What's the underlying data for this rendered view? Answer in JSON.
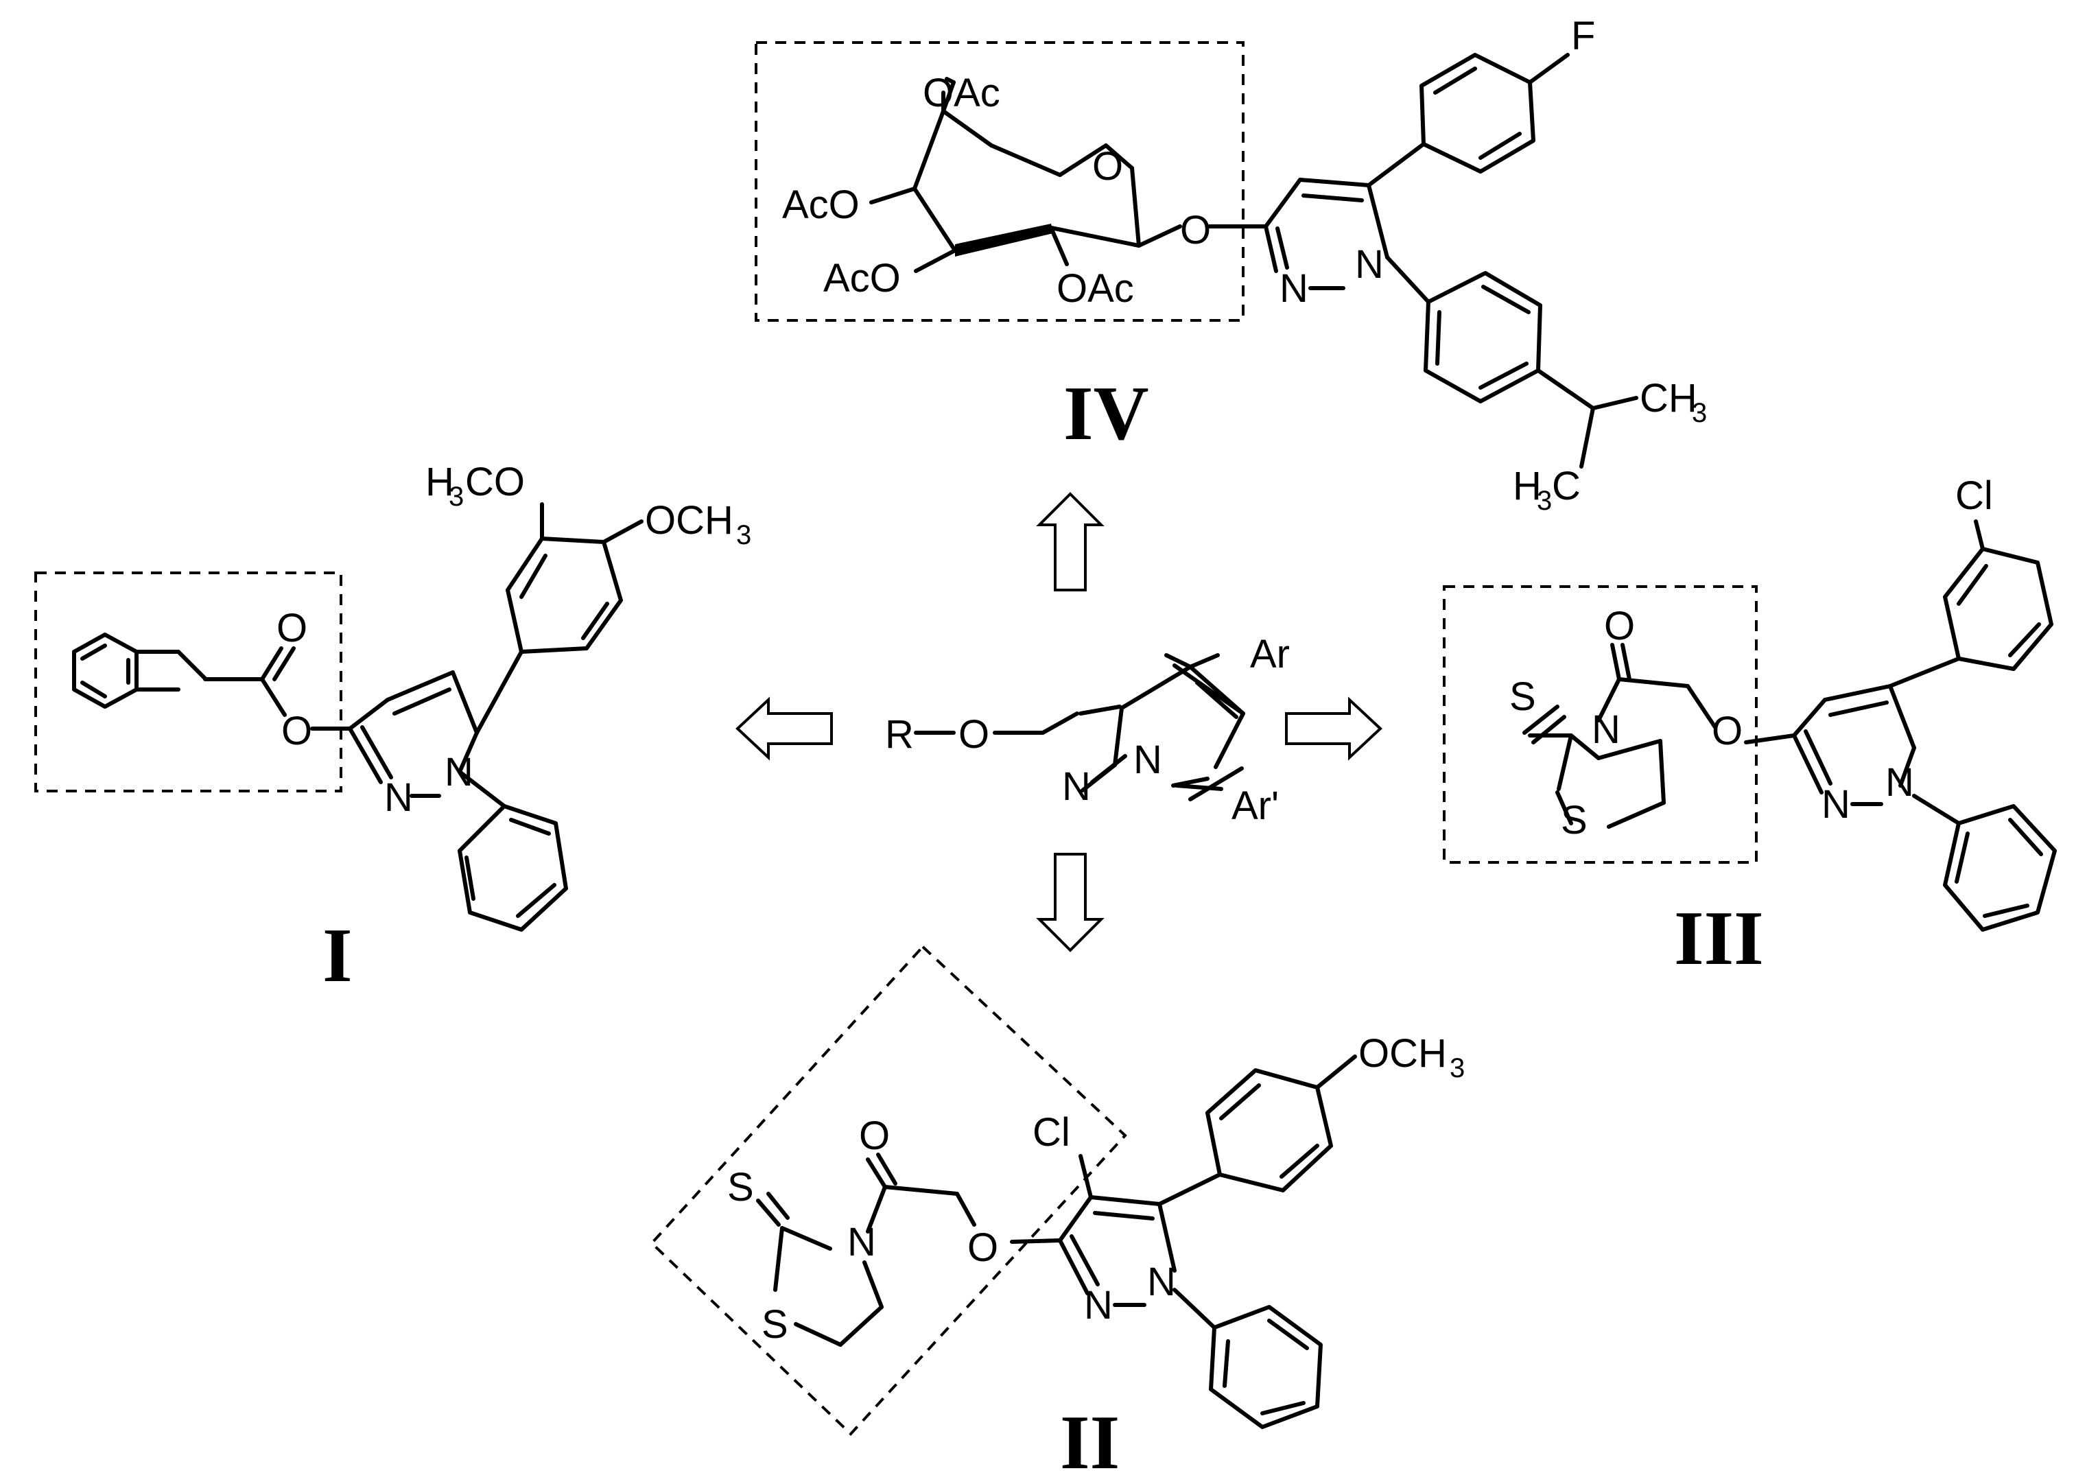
{
  "compound_labels": {
    "I": "I",
    "II": "II",
    "III": "III",
    "IV": "IV"
  },
  "core": {
    "r": "R",
    "o": "O",
    "ar": "Ar",
    "ar_prime": "Ar'",
    "n1": "N",
    "n2": "N"
  },
  "atoms": {
    "O": "O",
    "N": "N",
    "S": "S",
    "Cl": "Cl",
    "F": "F",
    "OAc": "OAc",
    "AcO": "AcO",
    "H3CO_main": "H",
    "H3CO_tail": "CO",
    "OCH3_head": "OCH",
    "CH3_main": "CH",
    "H3C_head": "H",
    "H3C_tail": "C",
    "sub3": "3"
  }
}
